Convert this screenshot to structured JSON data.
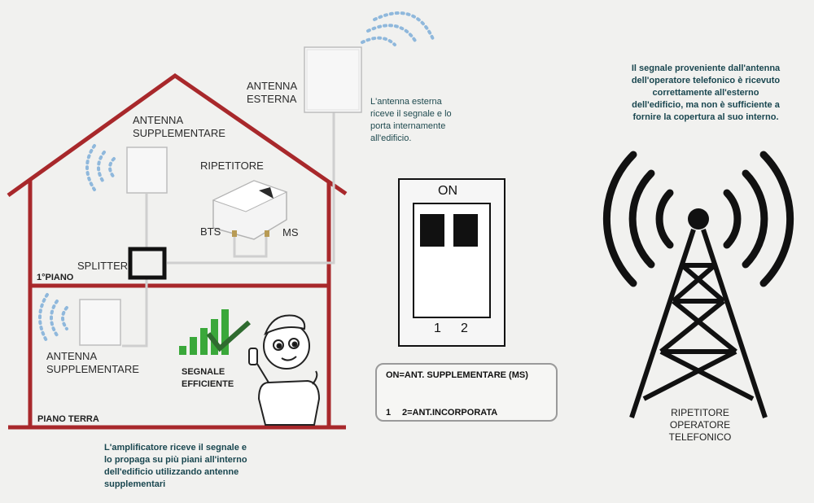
{
  "labels": {
    "antenna_esterna_1": "ANTENNA",
    "antenna_esterna_2": "ESTERNA",
    "antenna_supp_top_1": "ANTENNA",
    "antenna_supp_top_2": "SUPPLEMENTARE",
    "ripetitore": "RIPETITORE",
    "bts": "BTS",
    "ms": "MS",
    "splitter": "SPLITTER",
    "primo_piano": "1°PIANO",
    "antenna_supp_bottom_1": "ANTENNA",
    "antenna_supp_bottom_2": "SUPPLEMENTARE",
    "segnale_1": "SEGNALE",
    "segnale_2": "EFFICIENTE",
    "piano_terra": "PIANO TERRA",
    "switch_on": "ON",
    "switch_1": "1",
    "switch_2": "2",
    "tower_1": "RIPETITORE",
    "tower_2": "OPERATORE",
    "tower_3": "TELEFONICO"
  },
  "legend": {
    "line1": "ON=ANT. SUPPLEMENTARE (MS)",
    "line2_num": "1",
    "line2_text": "2=ANT.INCORPORATA"
  },
  "paragraphs": {
    "external_antenna": [
      "L'antenna esterna",
      "riceve il segnale e lo",
      "porta internamente",
      "all'edificio."
    ],
    "operator_signal": [
      "Il segnale proveniente dall'antenna",
      "dell'operatore telefonico è ricevuto",
      "correttamente all'esterno",
      "dell'edificio, ma non è sufficiente a",
      "fornire la copertura al suo interno."
    ],
    "amplifier": [
      "L'amplificatore riceve il segnale e",
      "lo propaga su più piani all'interno",
      "dell'edificio utilizzando antenne",
      "supplementari"
    ]
  },
  "colors": {
    "house": "#a8282b",
    "signal_dots": "#8fb8dc",
    "signal_bars": "#3aa83a",
    "check": "#2f6b2f",
    "cable": "#cfcfcf",
    "tower": "#111111"
  }
}
